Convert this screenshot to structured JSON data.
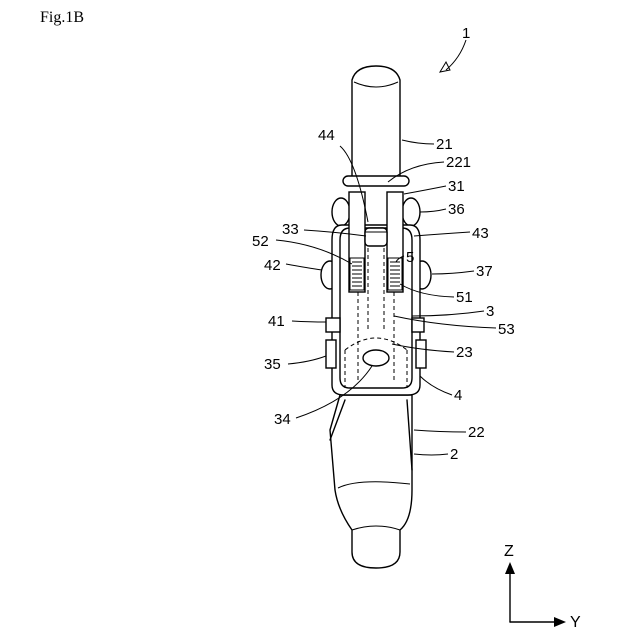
{
  "figure": {
    "title": "Fig.1B"
  },
  "labels": {
    "l1": "1",
    "l21": "21",
    "l44": "44",
    "l221": "221",
    "l31": "31",
    "l36": "36",
    "l33": "33",
    "l43": "43",
    "l52": "52",
    "l5": "5",
    "l42": "42",
    "l37": "37",
    "l51": "51",
    "l41": "41",
    "l3": "3",
    "l53": "53",
    "l35": "35",
    "l23": "23",
    "l4": "4",
    "l34": "34",
    "l22": "22",
    "l2": "2"
  },
  "axes": {
    "vertical": "Z",
    "horizontal": "Y"
  }
}
